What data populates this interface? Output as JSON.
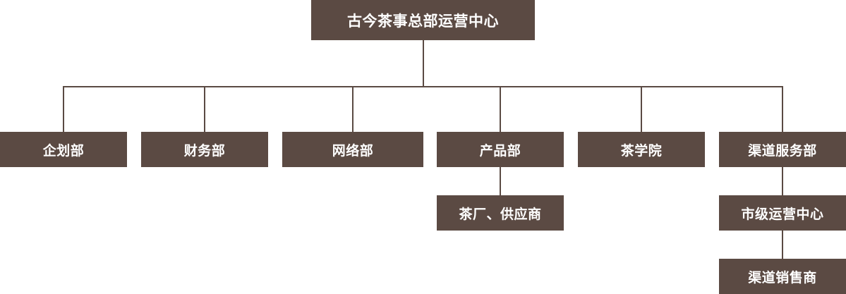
{
  "org_chart": {
    "root": {
      "label": "古今茶事总部运营中心"
    },
    "departments": [
      {
        "label": "企划部"
      },
      {
        "label": "财务部"
      },
      {
        "label": "网络部"
      },
      {
        "label": "产品部"
      },
      {
        "label": "茶学院"
      },
      {
        "label": "渠道服务部"
      }
    ],
    "sub_units": {
      "product": {
        "label": "茶厂、供应商"
      },
      "channel_city": {
        "label": "市级运营中心"
      },
      "channel_sales": {
        "label": "渠道销售商"
      }
    }
  },
  "colors": {
    "node_fill": "#5b4a43",
    "node_text": "#ffffff",
    "connector": "#5a4a43",
    "background": "#ffffff"
  }
}
